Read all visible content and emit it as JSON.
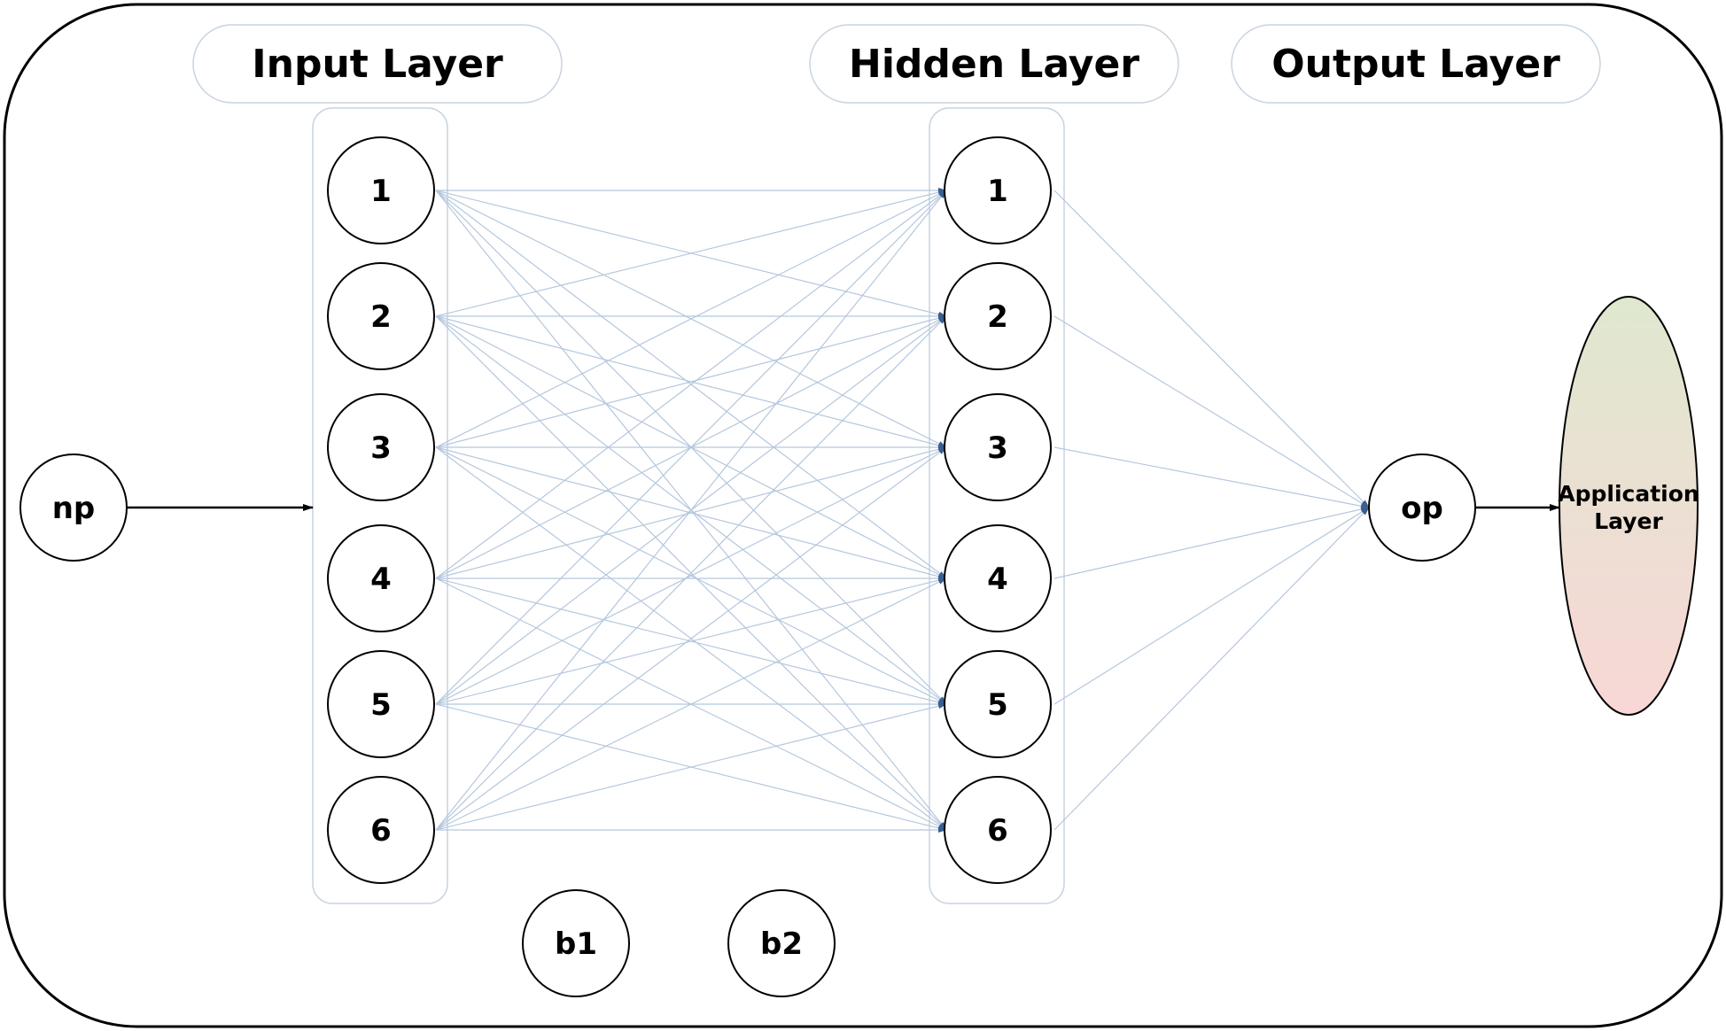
{
  "layers": {
    "input_title": "Input Layer",
    "hidden_title": "Hidden Layer",
    "output_title": "Output Layer"
  },
  "input_node": "np",
  "input_neurons": [
    "1",
    "2",
    "3",
    "4",
    "5",
    "6"
  ],
  "hidden_neurons": [
    "1",
    "2",
    "3",
    "4",
    "5",
    "6"
  ],
  "bias_nodes": [
    "b1",
    "b2"
  ],
  "output_node": "op",
  "application_layer": {
    "line1": "Application",
    "line2": "Layer"
  },
  "colors": {
    "connection": "#b4c7dd",
    "container": "#c9d4df",
    "app_gradient_top": "#dfe8cf",
    "app_gradient_bottom": "#f8d7d6"
  }
}
